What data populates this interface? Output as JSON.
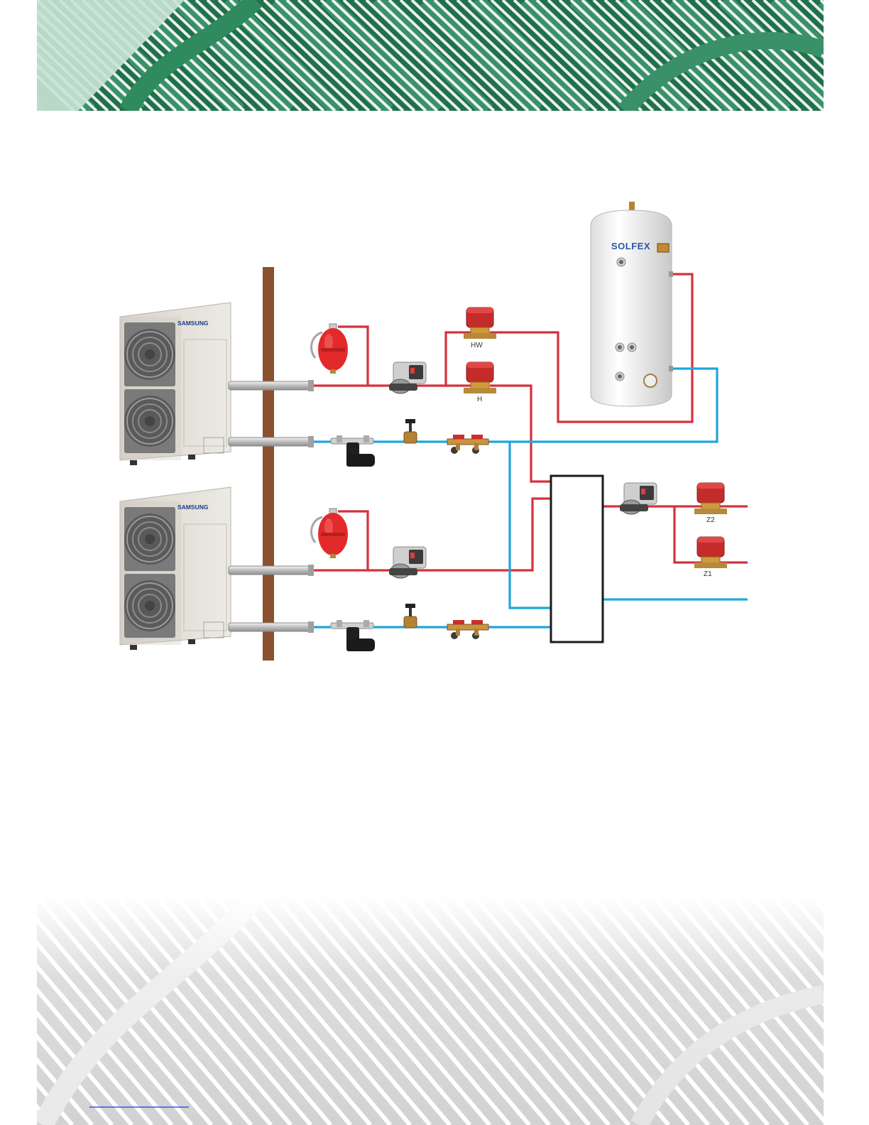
{
  "diagram": {
    "outdoor_units": [
      {
        "brand": "SAMSUNG"
      },
      {
        "brand": "SAMSUNG"
      }
    ],
    "cylinder": {
      "brand": "SOLFEX"
    },
    "valve_labels": {
      "hot_water": "HW",
      "heating": "H",
      "zone_2": "Z2",
      "zone_1": "Z1"
    },
    "colors": {
      "header_dark": "#21704a",
      "header_mid": "#3a9168",
      "header_light": "#c9e3d6",
      "flow_pipe": "#d6303c",
      "return_pipe": "#1fa6dc",
      "pillar": "#8a5030",
      "valve_red": "#c42c2c",
      "vessel_red": "#e32a2a",
      "footer_gray": "#d2d2d2",
      "footer_link": "#3355ee"
    },
    "icons": [
      "heat-pump-fan-icon",
      "expansion-vessel-icon",
      "circulation-pump-icon",
      "motorised-valve-icon",
      "magnetic-filter-icon",
      "gate-valve-icon",
      "isolation-valve-pair-icon",
      "hot-water-cylinder-icon",
      "buffer-tank-icon"
    ]
  }
}
